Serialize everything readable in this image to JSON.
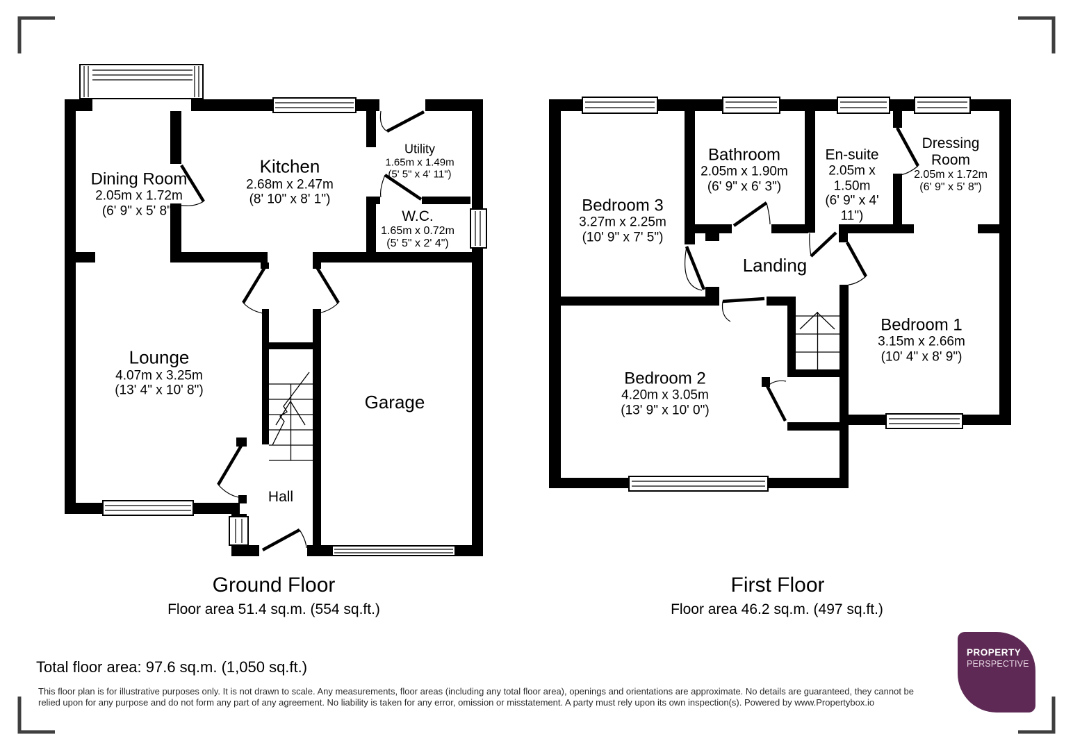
{
  "ground": {
    "title": "Ground Floor",
    "area": "Floor area 51.4 sq.m. (554 sq.ft.)",
    "rooms": {
      "dining": {
        "name": "Dining Room",
        "metric": "2.05m x 1.72m",
        "imperial": "(6' 9\" x 5' 8\")"
      },
      "kitchen": {
        "name": "Kitchen",
        "metric": "2.68m x 2.47m",
        "imperial": "(8' 10\" x 8' 1\")"
      },
      "utility": {
        "name": "Utility",
        "metric": "1.65m x 1.49m",
        "imperial": "(5' 5\" x 4' 11\")"
      },
      "wc": {
        "name": "W.C.",
        "metric": "1.65m x 0.72m",
        "imperial": "(5' 5\" x 2' 4\")"
      },
      "lounge": {
        "name": "Lounge",
        "metric": "4.07m x 3.25m",
        "imperial": "(13' 4\" x 10' 8\")"
      },
      "garage": {
        "name": "Garage"
      },
      "hall": {
        "name": "Hall"
      }
    }
  },
  "first": {
    "title": "First Floor",
    "area": "Floor area 46.2 sq.m. (497 sq.ft.)",
    "rooms": {
      "bedroom3": {
        "name": "Bedroom 3",
        "metric": "3.27m x 2.25m",
        "imperial": "(10' 9\" x 7' 5\")"
      },
      "bathroom": {
        "name": "Bathroom",
        "metric": "2.05m x 1.90m",
        "imperial": "(6' 9\" x 6' 3\")"
      },
      "ensuite": {
        "name": "En-suite",
        "metric": "2.05m x 1.50m",
        "imperial": "(6' 9\" x 4' 11\")"
      },
      "dressing": {
        "name": "Dressing Room",
        "metric": "2.05m x 1.72m",
        "imperial": "(6' 9\" x 5' 8\")"
      },
      "landing": {
        "name": "Landing"
      },
      "bedroom1": {
        "name": "Bedroom 1",
        "metric": "3.15m x 2.66m",
        "imperial": "(10' 4\" x 8' 9\")"
      },
      "bedroom2": {
        "name": "Bedroom 2",
        "metric": "4.20m x 3.05m",
        "imperial": "(13' 9\" x 10' 0\")"
      }
    }
  },
  "total_area": "Total floor area: 97.6 sq.m. (1,050 sq.ft.)",
  "disclaimer": "This floor plan is for illustrative purposes only. It is not drawn to scale. Any measurements, floor areas (including any total floor area), openings and orientations are approximate. No details are guaranteed, they cannot be relied upon for any purpose and do not form any part of any agreement. No liability is taken for any error, omission or misstatement. A party must rely upon its own inspection(s). Powered by www.Propertybox.io",
  "logo": {
    "line1": "PROPERTY",
    "line2": "PERSPECTIVE",
    "bg_color": "#5e2a55"
  },
  "colors": {
    "walls": "#000000",
    "corner_marks": "#3f3f3f"
  }
}
